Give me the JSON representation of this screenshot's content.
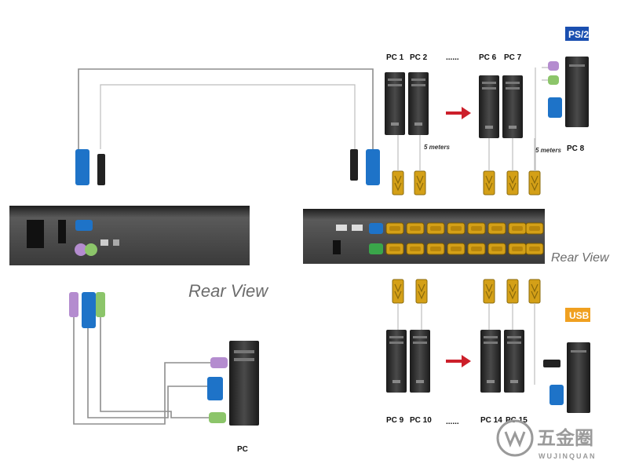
{
  "labels": {
    "ps2": "PS/2",
    "usb": "USB",
    "rear_view_left": "Rear  View",
    "rear_view_right": "Rear View",
    "pc_bottom": "PC",
    "pc1": "PC 1",
    "pc2": "PC 2",
    "pc6": "PC 6",
    "pc7": "PC 7",
    "pc8": "PC 8",
    "pc9": "PC 9",
    "pc10": "PC 10",
    "pc14": "PC 14",
    "pc15": "PC 15",
    "dots_top": "......",
    "dots_bottom": "......",
    "five_meters_a": "5 meters",
    "five_meters_b": "5 meters",
    "logo_cn": "五金圈",
    "logo_en": "WUJINQUAN"
  },
  "colors": {
    "panel": "#555555",
    "panel_dark": "#2a2a2a",
    "port_gold": "#d4a017",
    "vga_blue": "#1e73c8",
    "ps2_purple": "#b48ccf",
    "ps2_green": "#8cc56a",
    "arrow_red": "#cc1f2a",
    "ps2_badge": "#1a4fb0",
    "usb_badge": "#f0a020"
  }
}
